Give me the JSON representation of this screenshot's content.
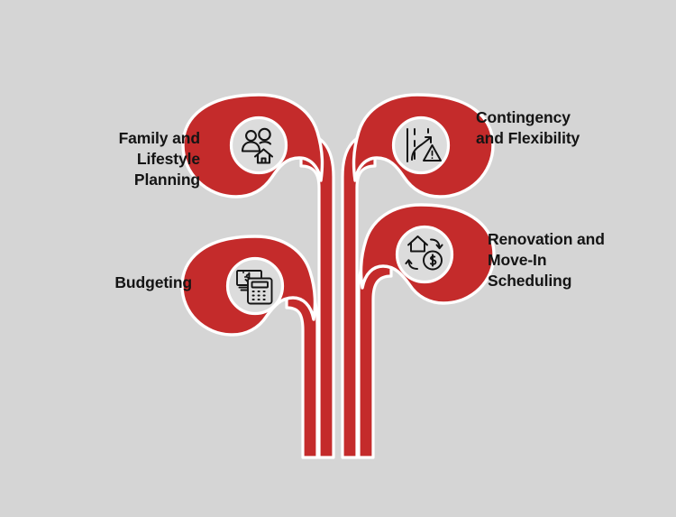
{
  "diagram": {
    "type": "tree-branch-infographic",
    "background_color": "#d5d5d5",
    "accent_color": "#c42b2b",
    "outline_color": "#ffffff",
    "icon_color": "#141414",
    "text_color": "#141414",
    "branch_count": 4,
    "nodes": [
      {
        "id": "family-lifestyle-planning",
        "label": "Family and\nLifestyle\nPlanning",
        "side": "left",
        "icon": "people-house-icon",
        "icon_description": "two people silhouettes with a house"
      },
      {
        "id": "contingency-flexibility",
        "label": "Contingency\nand Flexibility",
        "side": "right",
        "icon": "road-detour-warning-icon",
        "icon_description": "road with diverging arrow and warning triangle"
      },
      {
        "id": "budgeting",
        "label": "Budgeting",
        "side": "left",
        "icon": "money-calculator-icon",
        "icon_description": "dollar banknote with calculator"
      },
      {
        "id": "renovation-move-in-scheduling",
        "label": "Renovation and\nMove-In\nScheduling",
        "side": "right",
        "icon": "house-cycle-dollar-icon",
        "icon_description": "house with circular arrows and dollar coin"
      }
    ]
  }
}
